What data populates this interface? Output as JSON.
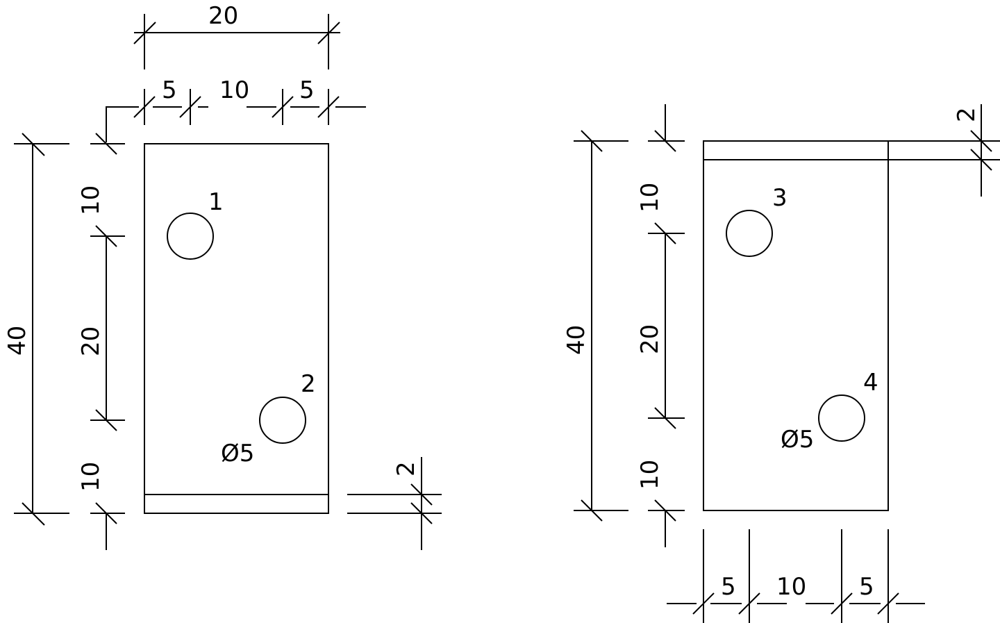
{
  "left_view": {
    "overall_width": "20",
    "hole_spacing_x": {
      "left": "5",
      "middle": "10",
      "right": "5"
    },
    "overall_height": "40",
    "hole_spacing_y": {
      "top": "10",
      "middle": "20",
      "bottom": "10"
    },
    "plate_thickness": "2",
    "holes": [
      {
        "label": "1"
      },
      {
        "label": "2"
      }
    ],
    "hole_diameter": "Ø5"
  },
  "right_view": {
    "overall_height": "40",
    "hole_spacing_y": {
      "top": "10",
      "middle": "20",
      "bottom": "10"
    },
    "plate_thickness": "2",
    "holes": [
      {
        "label": "3"
      },
      {
        "label": "4"
      }
    ],
    "hole_diameter": "Ø5",
    "hole_spacing_x": {
      "left": "5",
      "middle": "10",
      "right": "5"
    }
  }
}
